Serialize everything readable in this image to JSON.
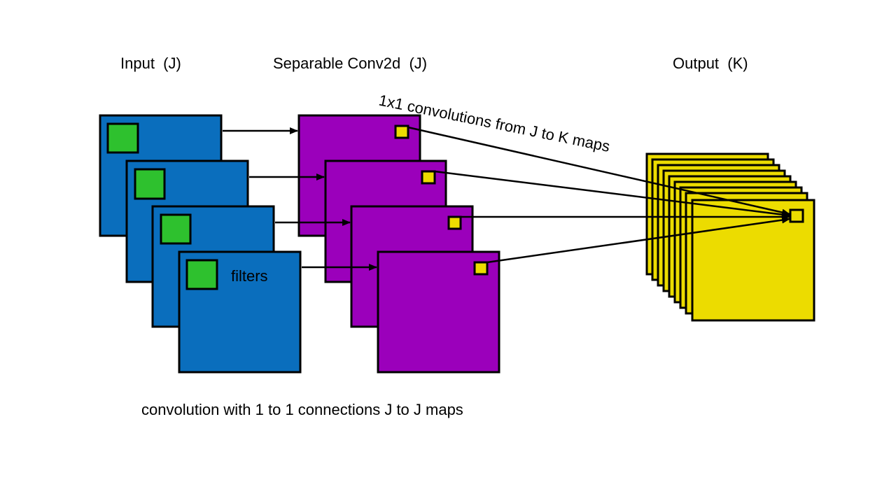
{
  "labels": {
    "input": "Input  (J)",
    "separable": "Separable Conv2d  (J)",
    "output": "Output  (K)",
    "pointwise": "1x1 convolutions from J to K maps",
    "filters": "filters",
    "depthwise": "convolution with 1 to 1 connections J to J maps"
  },
  "colors": {
    "input_map": "#0a6ebd",
    "filter": "#2ec12e",
    "separable_map": "#9b00bb",
    "output_map": "#ecdc00",
    "pixel": "#ecdc00",
    "stroke": "#000000"
  },
  "structure": {
    "input_maps": 4,
    "separable_maps": 4,
    "output_maps": 9
  }
}
